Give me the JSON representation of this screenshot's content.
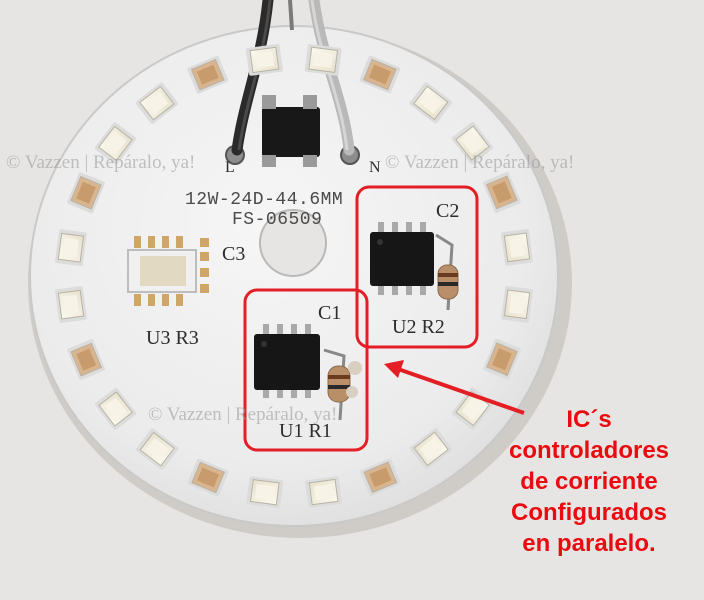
{
  "watermark": "© Vazzen | Repáralo, ya!",
  "pcb_markings": {
    "model": "12W-24D-44.6MM",
    "code": "FS-06509",
    "c3": "C3",
    "u3_r3": "U3  R3",
    "c2": "C2",
    "u2_r2": "U2  R2",
    "c1": "C1",
    "u1_r1": "U1  R1",
    "l": "L",
    "n": "N"
  },
  "annotation": {
    "lines": [
      "IC´s",
      "controladores",
      "de corriente",
      "Configurados",
      "en paralelo."
    ],
    "color": "#ea0b10"
  },
  "colors": {
    "background": "#e7e5e3",
    "pcb": "#eeeeee",
    "led_body": "#f4f0e6",
    "chip": "#161616",
    "highlight": "#e31e24"
  }
}
